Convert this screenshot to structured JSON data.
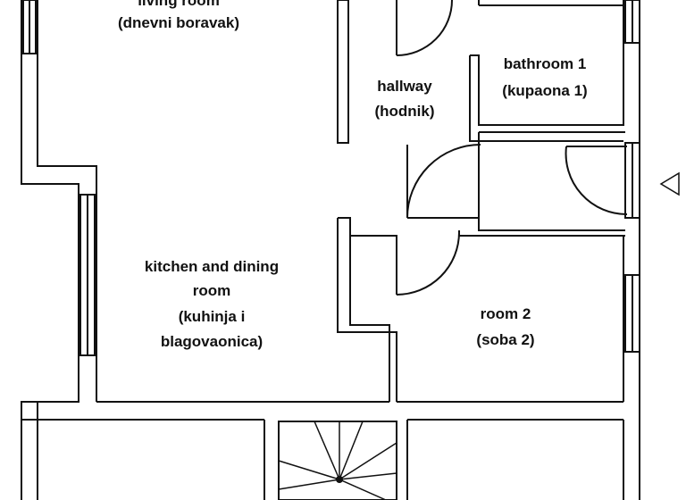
{
  "rooms": {
    "living_room": {
      "name_en": "living room",
      "name_hr": "(dnevni boravak)"
    },
    "hallway": {
      "name_en": "hallway",
      "name_hr": "(hodnik)"
    },
    "bathroom_1": {
      "name_en": "bathroom 1",
      "name_hr": "(kupaona 1)"
    },
    "kitchen": {
      "line1": "kitchen and dining",
      "line2": "room",
      "line3": "(kuhinja i",
      "line4": "blagovaonica)"
    },
    "room_2": {
      "name_en": "room 2",
      "name_hr": "(soba 2)"
    }
  },
  "colors": {
    "wall": "#111111",
    "background": "#ffffff",
    "watermark": "#e6e6e6"
  },
  "icons": {
    "entrance_marker": "triangle-left-icon"
  }
}
